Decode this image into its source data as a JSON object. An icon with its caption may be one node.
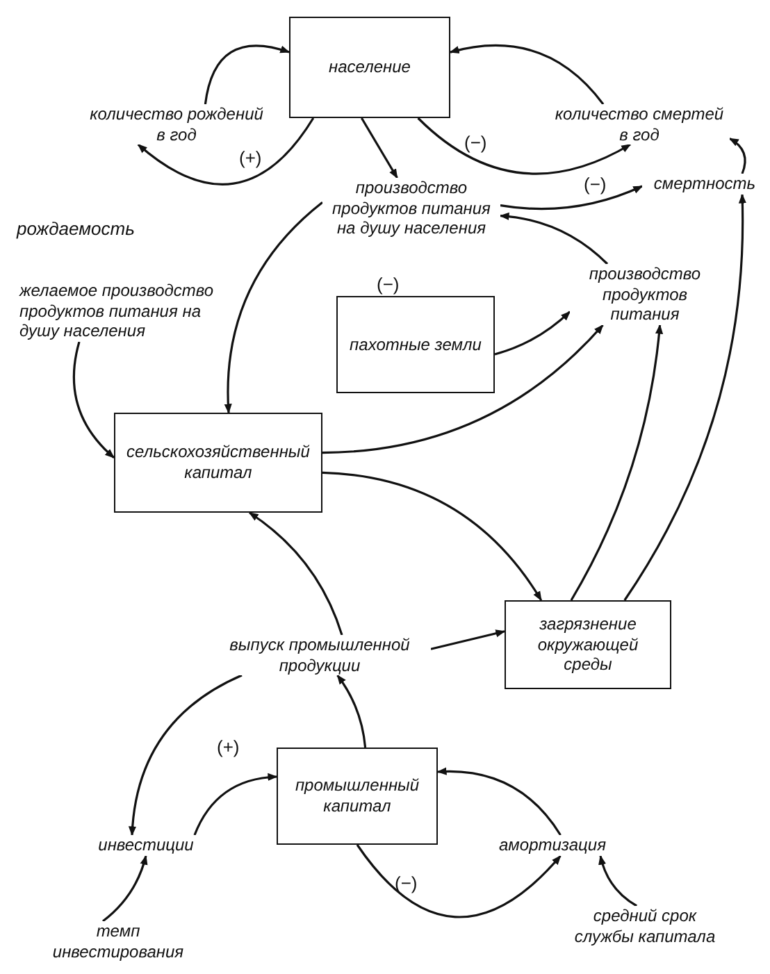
{
  "diagram": {
    "nodes": [
      {
        "text": [
          "население"
        ]
      },
      {
        "text": [
          "количество рождений в год"
        ]
      },
      {
        "text": [
          "количество смертей в год"
        ]
      },
      {
        "text": [
          "смертность"
        ]
      },
      {
        "text": [
          "производство продуктов питания на душу населения"
        ]
      },
      {
        "text": [
          "желаемое производство продуктов питания на душу населения"
        ]
      },
      {
        "text": [
          "пахотные земли"
        ]
      },
      {
        "text": [
          "производство продуктов питания"
        ]
      },
      {
        "text": [
          "сельскохозяйственный капитал"
        ]
      },
      {
        "text": [
          "загрязнение окружающей среды"
        ]
      },
      {
        "text": [
          "выпуск промышленной продукции"
        ]
      },
      {
        "text": [
          "промышленный капитал"
        ]
      },
      {
        "text": [
          "инвестиции"
        ]
      },
      {
        "text": [
          "амортизация"
        ]
      },
      {
        "text": [
          "темп инвестирования"
        ]
      },
      {
        "text": [
          "средний срок службы капитала"
        ]
      }
    ],
    "edges": [
      {
        "from": 1,
        "to": 0,
        "arrow": "to"
      },
      {
        "from": 0,
        "to": 1,
        "arrow": "to"
      },
      {
        "from": 2,
        "to": 0,
        "arrow": "to"
      },
      {
        "from": 0,
        "to": 2,
        "arrow": "to"
      },
      {
        "from": 3,
        "to": 2,
        "arrow": "to"
      },
      {
        "from": 0,
        "to": 4,
        "arrow": "to"
      },
      {
        "from": 4,
        "to": 3,
        "arrow": "to"
      },
      {
        "from": 7,
        "to": 4,
        "arrow": "to"
      },
      {
        "from": 4,
        "to": 8,
        "arrow": "to"
      },
      {
        "from": 5,
        "to": 8,
        "arrow": "to"
      },
      {
        "from": 6,
        "to": 7,
        "arrow": "to"
      },
      {
        "from": 8,
        "to": 7,
        "arrow": "to"
      },
      {
        "from": 8,
        "to": 9,
        "arrow": "to"
      },
      {
        "from": 9,
        "to": 7,
        "arrow": "to"
      },
      {
        "from": 9,
        "to": 3,
        "arrow": "to"
      },
      {
        "from": 10,
        "to": 8,
        "arrow": "to"
      },
      {
        "from": 10,
        "to": 9,
        "arrow": "to"
      },
      {
        "from": 11,
        "to": 10,
        "arrow": "to"
      },
      {
        "from": 10,
        "to": 12,
        "arrow": "to"
      },
      {
        "from": 12,
        "to": 11,
        "arrow": "to"
      },
      {
        "from": 13,
        "to": 11,
        "arrow": "to"
      },
      {
        "from": 11,
        "to": 13,
        "arrow": "to"
      },
      {
        "from": 14,
        "to": 12,
        "arrow": "to"
      },
      {
        "from": 15,
        "to": 13,
        "arrow": "to"
      }
    ],
    "labels": [
      "(+)",
      "(−)",
      "(−)",
      "рождаемость",
      "(−)",
      "(+)",
      "(−)"
    ]
  }
}
